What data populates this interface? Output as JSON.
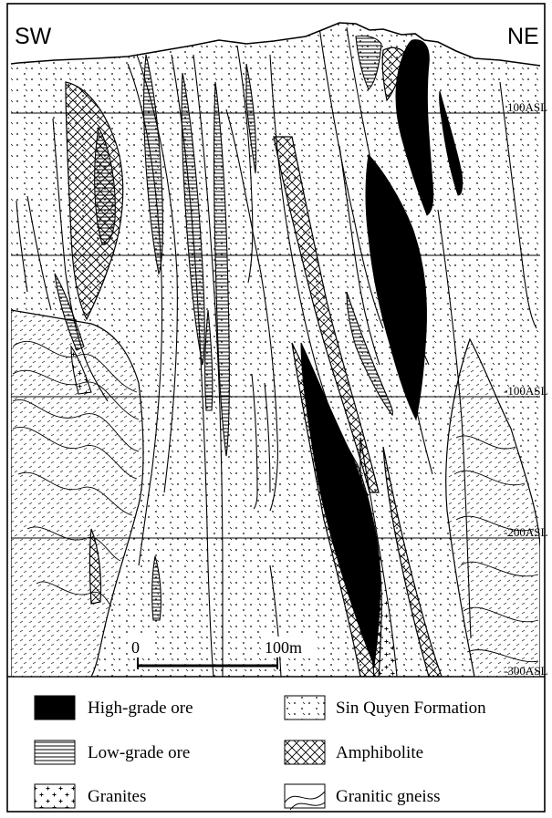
{
  "section": {
    "orientation": {
      "left": "SW",
      "right": "NE"
    },
    "level_labels": [
      "100ASL",
      "-100ASL",
      "-200ASL",
      "-300ASL"
    ],
    "scale_bar": {
      "start": "0",
      "end": "100m"
    }
  },
  "legend": {
    "items": [
      {
        "key": "high_grade_ore",
        "label": "High-grade ore",
        "pattern": "solid-black"
      },
      {
        "key": "low_grade_ore",
        "label": "Low-grade ore",
        "pattern": "horizontal-lines"
      },
      {
        "key": "granites",
        "label": "Granites",
        "pattern": "crosses"
      },
      {
        "key": "sin_quyen",
        "label": "Sin Quyen Formation",
        "pattern": "dots"
      },
      {
        "key": "amphibolite",
        "label": "Amphibolite",
        "pattern": "cross-hatch"
      },
      {
        "key": "granitic_gneiss",
        "label": "Granitic gneiss",
        "pattern": "wavy-lines"
      }
    ]
  },
  "colors": {
    "ink": "#000000",
    "paper": "#ffffff"
  }
}
